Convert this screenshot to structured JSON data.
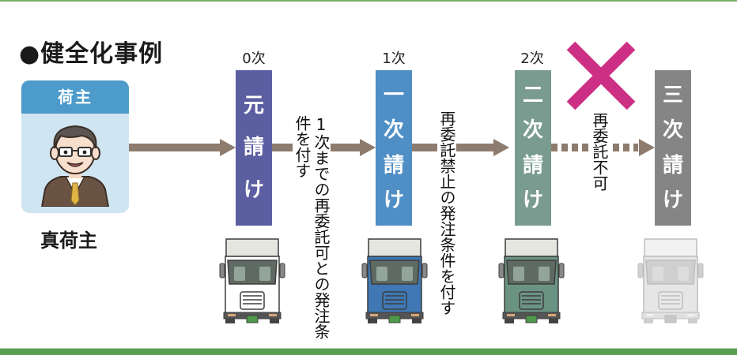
{
  "title": "●健全化事例",
  "shipper": {
    "header": "荷主",
    "name": "真荷主"
  },
  "tiers": [
    {
      "level_label": "0次",
      "chars": [
        "元",
        "請",
        "け"
      ],
      "color": "#5b5ea0",
      "truck_color": "#ffffff"
    },
    {
      "level_label": "1次",
      "chars": [
        "一",
        "次",
        "請",
        "け"
      ],
      "color": "#4f8fc6",
      "truck_color": "#3f78b5"
    },
    {
      "level_label": "2次",
      "chars": [
        "二",
        "次",
        "請",
        "け"
      ],
      "color": "#7a9b90",
      "truck_color": "#6b9384"
    },
    {
      "level_label": "",
      "chars": [
        "三",
        "次",
        "請",
        "け"
      ],
      "color": "#858585",
      "truck_color": "#e6e6e6"
    }
  ],
  "conditions": [
    {
      "lines": [
        "1次までの再委託可",
        "との発注条件を付す"
      ]
    },
    {
      "lines": [
        "再委託禁止の",
        "発注条件を付す"
      ]
    },
    {
      "lines": [
        "再委託不可"
      ]
    }
  ],
  "colors": {
    "arrow": "#8d7b6e",
    "cross": "#cc2f84",
    "rule": "#5b9f53"
  }
}
